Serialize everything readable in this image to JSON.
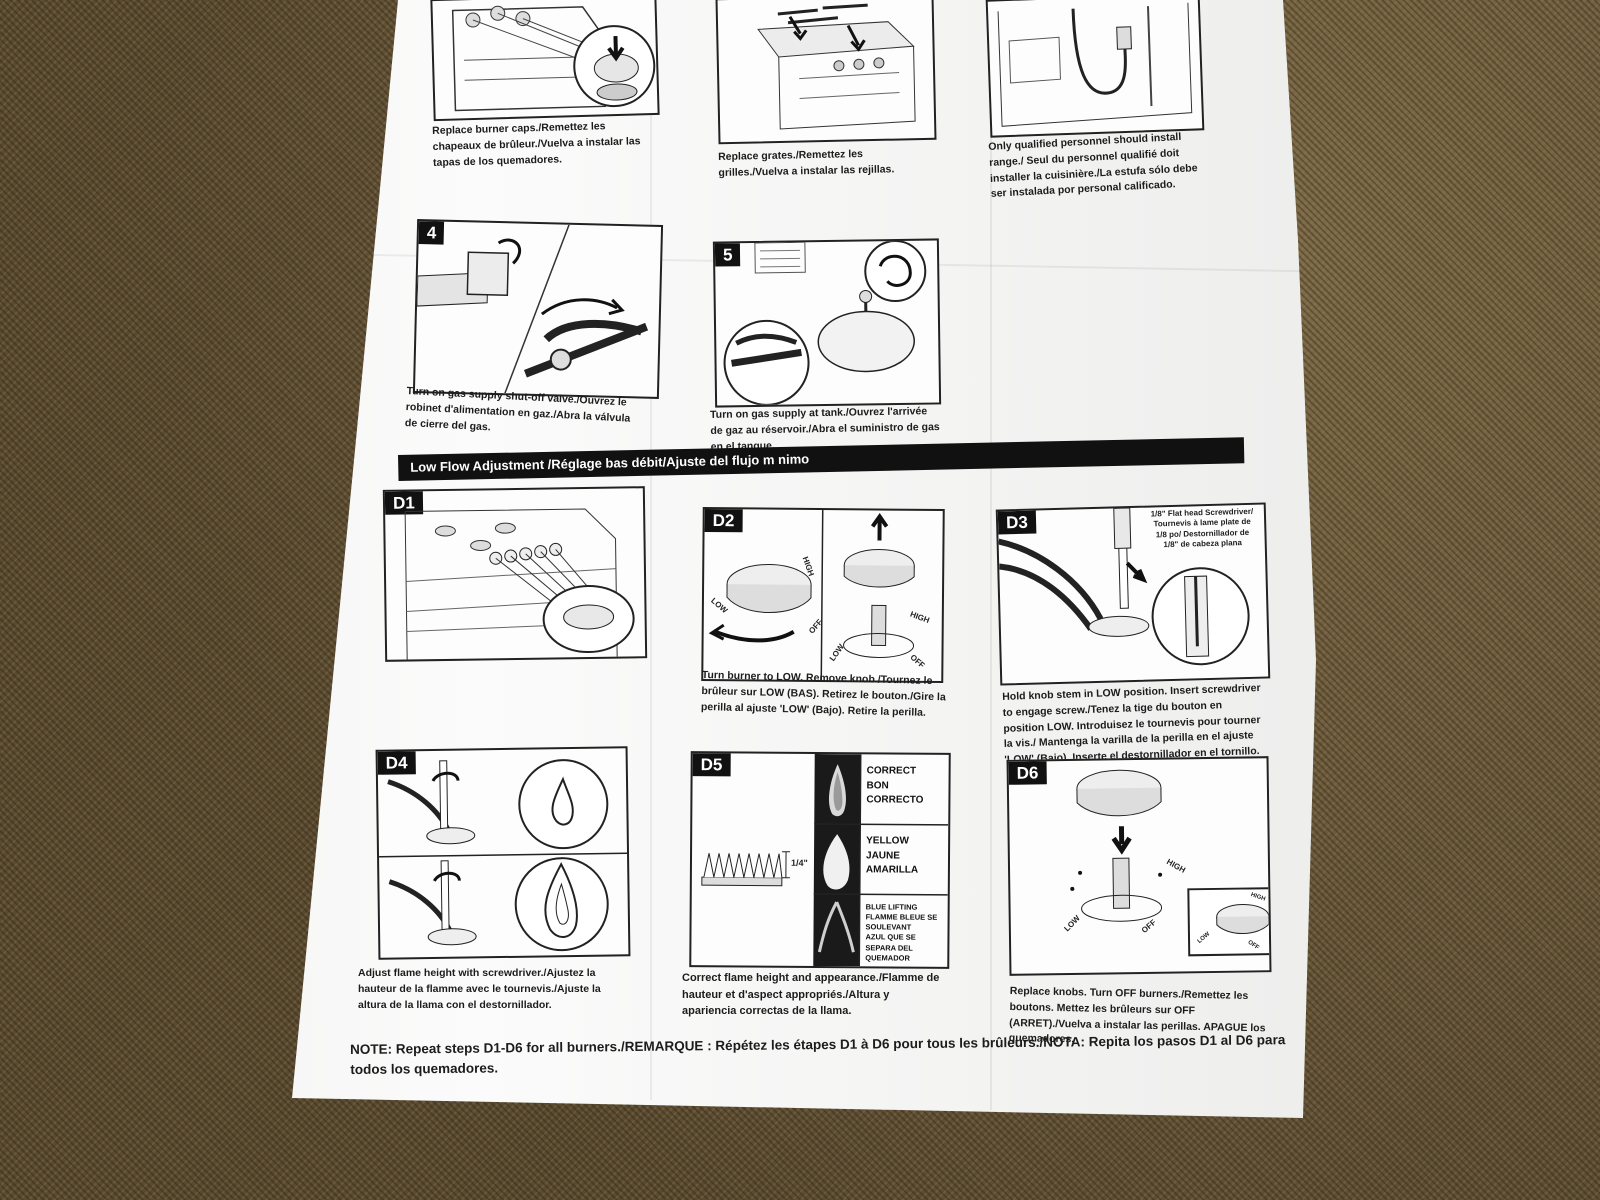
{
  "top_captions": {
    "c1": "Replace burner caps./Remettez les chapeaux de brûleur./Vuelva a instalar las tapas de los quemadores.",
    "c2": "Replace grates./Remettez les grilles./Vuelva a instalar las rejillas.",
    "c3": "Only qualified personnel should install range./ Seul du personnel qualifié doit installer la cuisinière./La estufa sólo debe ser instalada por personal calificado."
  },
  "steps": {
    "s4": {
      "label": "4",
      "caption": "Turn on gas supply shut-off valve./Ouvrez le robinet d'alimentation en gaz./Abra la válvula de cierre del gas."
    },
    "s5": {
      "label": "5",
      "caption": "Turn on gas supply at tank./Ouvrez l'arrivée de gaz au réservoir./Abra el suministro de gas en el tanque."
    }
  },
  "section": {
    "title": "Low Flow Adjustment /Réglage bas débit/Ajuste del flujo m nimo"
  },
  "d_steps": {
    "d1": {
      "label": "D1"
    },
    "d2": {
      "label": "D2",
      "caption": "Turn burner to LOW. Remove knob./Tournez le brûleur sur LOW (BAS). Retirez le bouton./Gire la perilla al ajuste 'LOW' (Bajo). Retire la perilla."
    },
    "d3": {
      "label": "D3",
      "caption": "Hold knob stem in LOW position. Insert screwdriver to engage screw./Tenez la tige du bouton en position LOW. Introduisez le tournevis pour tourner la vis./ Mantenga la varilla de la perilla en el ajuste 'LOW' (Bajo). Inserte el destornillador en el tornillo.",
      "tool_label": "1/8\" Flat head Screwdriver/ Tournevis à lame plate de 1/8 po/ Destornillador de 1/8\" de cabeza plana"
    },
    "d4": {
      "label": "D4",
      "caption": "Adjust flame height with screwdriver./Ajustez la hauteur de la flamme avec le tournevis./Ajuste la altura de la llama con el destornillador."
    },
    "d5": {
      "label": "D5",
      "caption": "Correct flame height and appearance./Flamme de hauteur et d'aspect appropriés./Altura y apariencia correctas de la llama.",
      "measure": "1/4\"",
      "row1": [
        "CORRECT",
        "BON",
        "CORRECTO"
      ],
      "row2": [
        "YELLOW",
        "JAUNE",
        "AMARILLA"
      ],
      "row3": [
        "BLUE LIFTING",
        "FLAMME BLEUE SE SOULEVANT",
        "AZUL QUE SE SEPARA DEL QUEMADOR"
      ]
    },
    "d6": {
      "label": "D6",
      "caption": "Replace knobs. Turn OFF burners./Remettez les boutons. Mettez les brûleurs sur OFF (ARRET)./Vuelva a instalar las perillas. APAGUE los quemadores."
    }
  },
  "knob_labels": {
    "low": "LOW",
    "off": "OFF",
    "high": "HIGH"
  },
  "note": "NOTE: Repeat steps D1-D6 for all burners./REMARQUE : Répétez les étapes D1 à D6 pour tous les brûleurs./NOTA: Repita los pasos D1 al D6 para todos los quemadores."
}
